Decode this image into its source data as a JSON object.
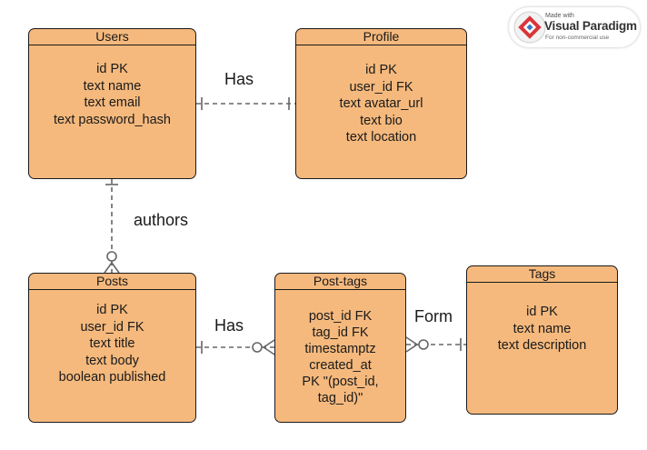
{
  "entities": {
    "users": {
      "title": "Users",
      "fields": [
        "id PK",
        "text name",
        "text email",
        "text password_hash"
      ]
    },
    "profile": {
      "title": "Profile",
      "fields": [
        "id PK",
        "user_id FK",
        "text avatar_url",
        "text bio",
        "text location"
      ]
    },
    "posts": {
      "title": "Posts",
      "fields": [
        "id PK",
        "user_id FK",
        "text title",
        "text body",
        "boolean published"
      ]
    },
    "posttags": {
      "title": "Post-tags",
      "fields": [
        "post_id FK",
        "tag_id FK",
        "timestamptz",
        "created_at",
        "PK \"(post_id,",
        "tag_id)\""
      ]
    },
    "tags": {
      "title": "Tags",
      "fields": [
        "id PK",
        "text name",
        "text description"
      ]
    }
  },
  "relationships": {
    "users_profile": "Has",
    "users_posts": "authors",
    "posts_posttags": "Has",
    "posttags_tags": "Form"
  },
  "watermark": {
    "made_with": "Made with",
    "brand": "Visual Paradigm",
    "note": "For non-commercial use"
  },
  "colors": {
    "entity_fill": "#f5b97d",
    "stroke": "#1a1a1a",
    "connector": "#666666"
  }
}
